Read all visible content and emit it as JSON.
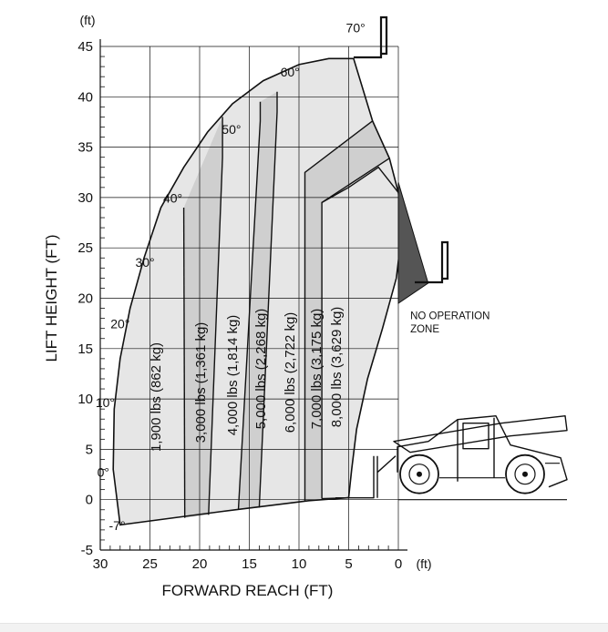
{
  "chart_data": {
    "type": "area",
    "xlabel": "FORWARD REACH (FT)",
    "ylabel": "LIFT HEIGHT (FT)",
    "x_unit": "(ft)",
    "y_unit": "(ft)",
    "xlim": [
      30,
      0
    ],
    "ylim": [
      -5,
      45
    ],
    "x_ticks": [
      30,
      25,
      20,
      15,
      10,
      5,
      0
    ],
    "y_ticks": [
      45,
      40,
      35,
      30,
      25,
      20,
      15,
      10,
      5,
      0,
      -5
    ],
    "grid": true,
    "angle_labels": [
      {
        "label": "70°",
        "x": 4.3,
        "y": 46.4
      },
      {
        "label": "60°",
        "x": 10.9,
        "y": 42.0
      },
      {
        "label": "50°",
        "x": 16.8,
        "y": 36.3
      },
      {
        "label": "40°",
        "x": 22.7,
        "y": 29.5
      },
      {
        "label": "30°",
        "x": 25.5,
        "y": 23.1
      },
      {
        "label": "20°",
        "x": 28.0,
        "y": 17.0
      },
      {
        "label": "10°",
        "x": 29.5,
        "y": 9.2
      },
      {
        "label": "0°",
        "x": 29.7,
        "y": 2.3
      },
      {
        "label": "-7°",
        "x": 28.3,
        "y": -3.0
      }
    ],
    "envelope": {
      "outer_arc": [
        [
          28.0,
          -2.5
        ],
        [
          28.7,
          3.0
        ],
        [
          28.6,
          9.0
        ],
        [
          28.0,
          14.0
        ],
        [
          27.0,
          19.0
        ],
        [
          25.6,
          24.0
        ],
        [
          23.9,
          29.0
        ],
        [
          21.6,
          33.0
        ],
        [
          19.2,
          36.5
        ],
        [
          16.7,
          39.3
        ],
        [
          13.6,
          41.6
        ],
        [
          10.0,
          43.2
        ],
        [
          7.0,
          43.8
        ],
        [
          4.5,
          43.8
        ]
      ],
      "right_boundary": [
        [
          4.5,
          43.8
        ],
        [
          2.6,
          37.6
        ],
        [
          0.9,
          33.9
        ],
        [
          0.0,
          30.5
        ]
      ],
      "bottom_line": [
        [
          28.0,
          -2.5
        ],
        [
          18.0,
          -1.2
        ],
        [
          9.0,
          -0.1
        ],
        [
          5.0,
          0.2
        ]
      ]
    },
    "no_operation_zone": {
      "label": "NO OPERATION ZONE",
      "polygon": [
        [
          0.0,
          31.5
        ],
        [
          -3.0,
          21.5
        ],
        [
          0.0,
          19.5
        ]
      ]
    },
    "series": [
      {
        "name": "1,900 lbs (862 kg)",
        "boundary": [
          [
            21.5,
            -1.8
          ],
          [
            21.6,
            29.0
          ]
        ]
      },
      {
        "name": "3,000 lbs (1,361 kg)",
        "boundary": [
          [
            19.1,
            -1.5
          ],
          [
            17.7,
            34.0
          ],
          [
            17.7,
            38.0
          ]
        ]
      },
      {
        "name": "4,000 lbs (1,814 kg)",
        "boundary": [
          [
            16.1,
            -1.0
          ],
          [
            13.9,
            37.6
          ],
          [
            13.9,
            39.5
          ]
        ]
      },
      {
        "name": "5,000 lbs (2,268 kg)",
        "boundary": [
          [
            14.0,
            -0.8
          ],
          [
            12.2,
            38.5
          ],
          [
            12.2,
            40.5
          ]
        ]
      },
      {
        "name": "6,000 lbs (2,722 kg)",
        "boundary": [
          [
            9.4,
            -0.1
          ],
          [
            9.4,
            32.5
          ],
          [
            2.6,
            37.6
          ]
        ]
      },
      {
        "name": "7,000 lbs (3,175 kg)",
        "boundary": [
          [
            7.7,
            0.1
          ],
          [
            7.7,
            29.5
          ],
          [
            0.9,
            33.9
          ]
        ]
      },
      {
        "name": "8,000 lbs (3,629 kg)",
        "boundary": [
          [
            5.0,
            0.2
          ],
          [
            7.7,
            0.1
          ]
        ]
      }
    ],
    "attachment_icon": "forklift-fork-icon",
    "vehicle_icon": "telehandler-icon",
    "colors": {
      "zone_light": "#e6e6e6",
      "zone_medium": "#cfcfcf",
      "no_operation_zone": "#555555",
      "lines": "#111111",
      "grid": "#111111"
    }
  }
}
